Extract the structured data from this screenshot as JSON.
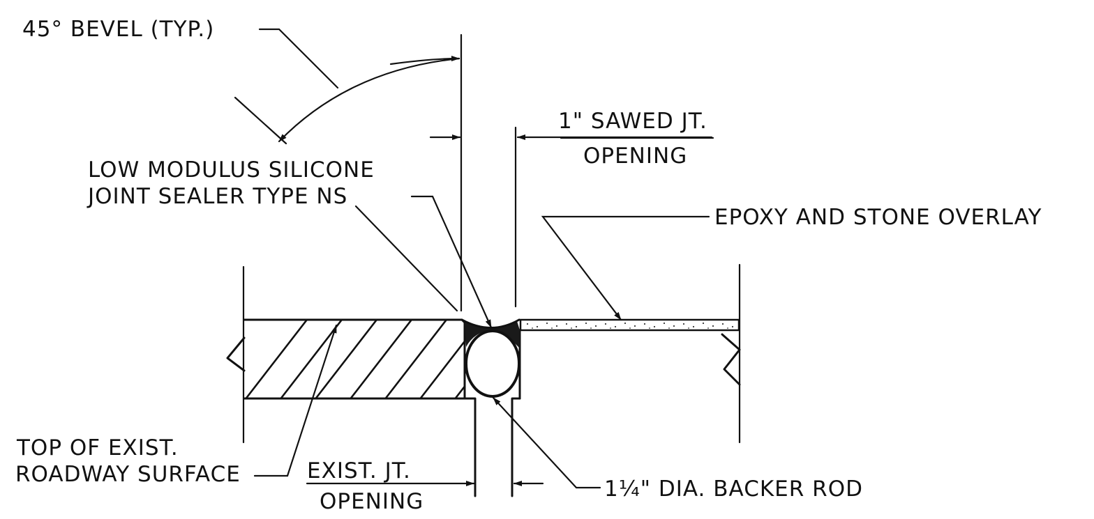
{
  "labels": {
    "bevel": "45° BEVEL (TYP.)",
    "sawed_line1": "1\" SAWED JT.",
    "sawed_line2": "OPENING",
    "sealer_line1": "LOW MODULUS SILICONE",
    "sealer_line2": "JOINT SEALER TYPE NS",
    "overlay": "EPOXY AND STONE OVERLAY",
    "top_line1": "TOP OF EXIST.",
    "top_line2": "ROADWAY SURFACE",
    "exist_line1": "EXIST. JT.",
    "exist_line2": "OPENING",
    "backer_rod": "1¼\" DIA. BACKER ROD"
  }
}
